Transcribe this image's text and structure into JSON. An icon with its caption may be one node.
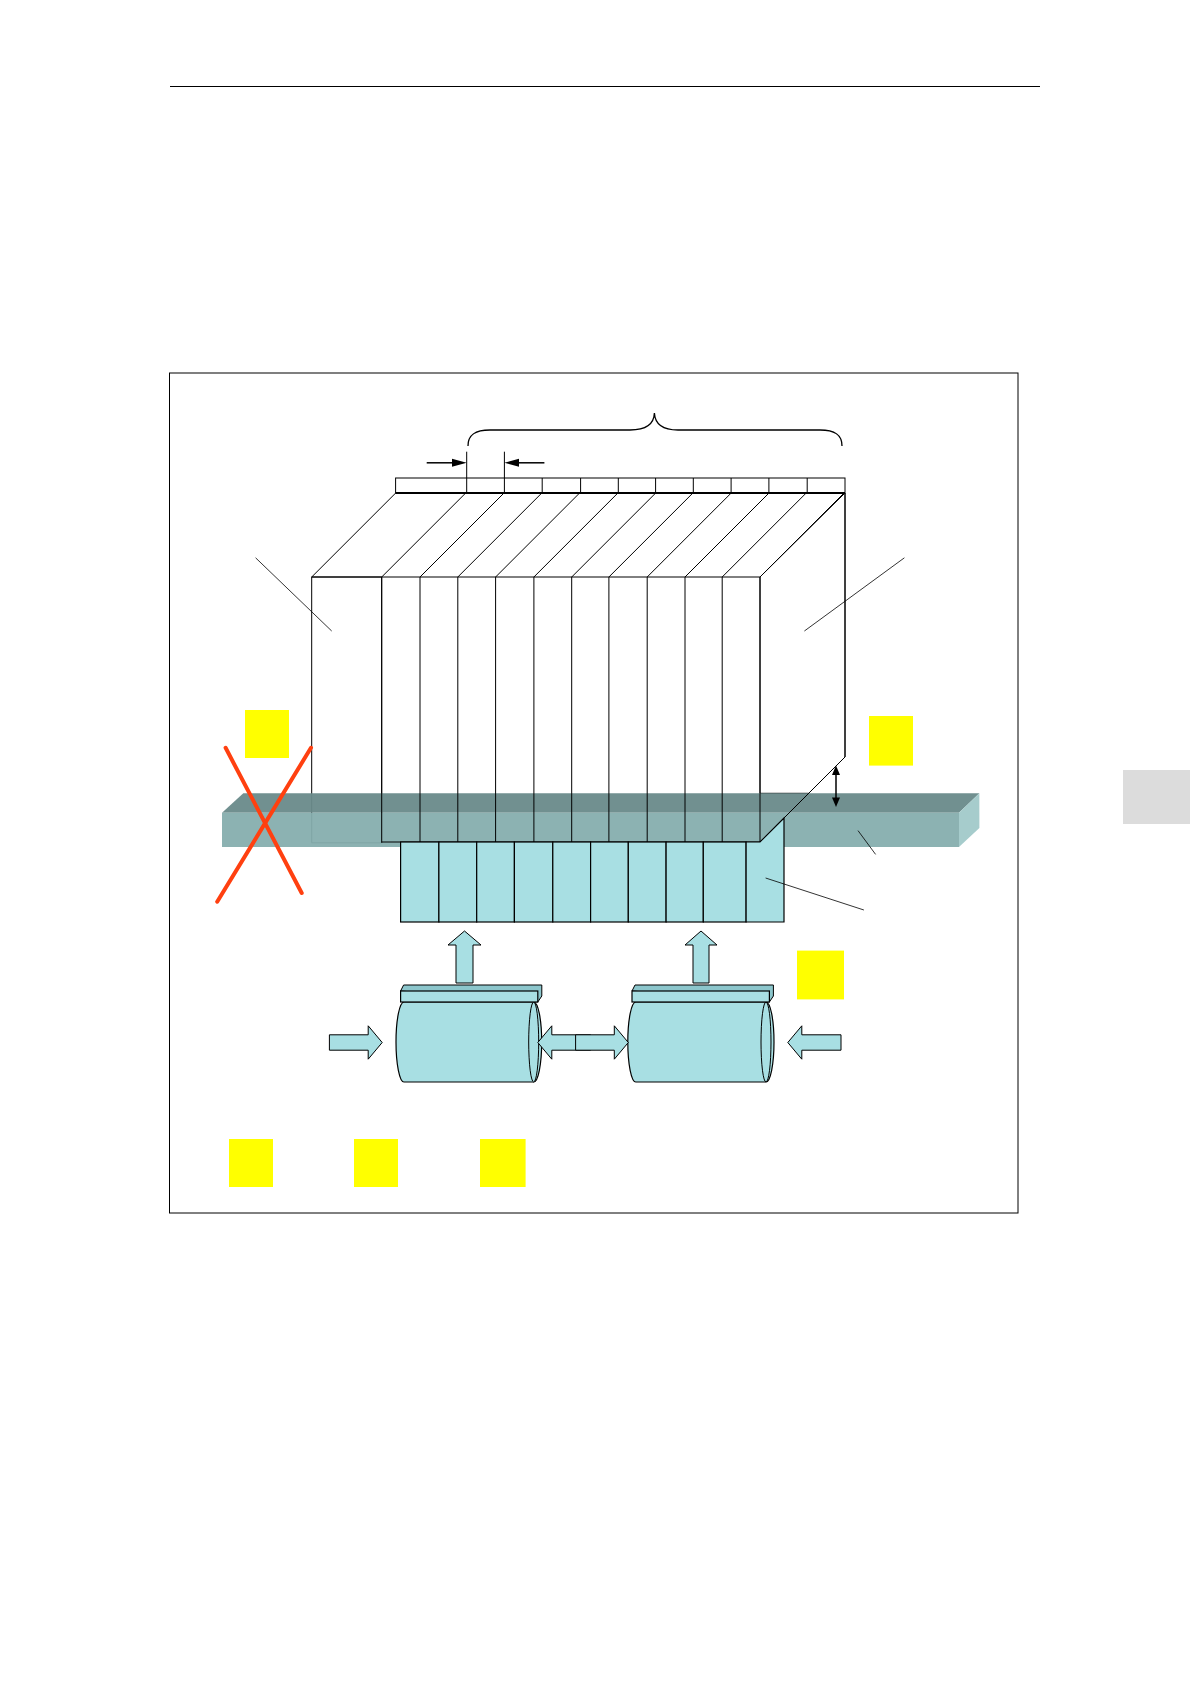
{
  "diagram": {
    "nodes": [
      {
        "text": [],
        "shape": "box"
      },
      {
        "text": [],
        "shape": "box"
      },
      {
        "text": [],
        "shape": "bar"
      },
      {
        "text": [],
        "shape": "box"
      },
      {
        "text": [],
        "shape": "cylinder"
      },
      {
        "text": [],
        "shape": "cylinder"
      },
      {
        "text": [],
        "shape": "box"
      },
      {
        "text": [],
        "shape": "box"
      },
      {
        "text": [],
        "shape": "box"
      },
      {
        "text": [],
        "shape": "box"
      },
      {
        "text": [],
        "shape": "box"
      },
      {
        "text": [],
        "shape": "box"
      }
    ],
    "edges": [
      {
        "from": null,
        "to": 0,
        "arrow": "none"
      },
      {
        "from": null,
        "to": 1,
        "arrow": "none"
      },
      {
        "from": null,
        "to": 2,
        "arrow": "none"
      },
      {
        "from": null,
        "to": 3,
        "arrow": "none"
      },
      {
        "from": 4,
        "to": 3,
        "arrow": "to"
      },
      {
        "from": 5,
        "to": 3,
        "arrow": "to"
      },
      {
        "from": null,
        "to": 4,
        "arrow": "to"
      },
      {
        "from": 5,
        "to": 4,
        "arrow": "to"
      },
      {
        "from": 4,
        "to": 5,
        "arrow": "to"
      },
      {
        "from": null,
        "to": 5,
        "arrow": "to"
      }
    ]
  }
}
